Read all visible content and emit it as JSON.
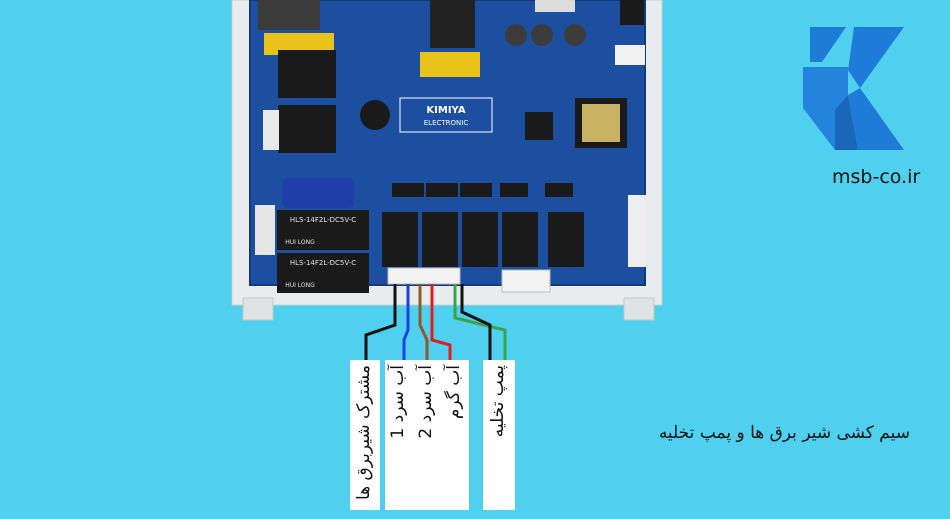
{
  "board": {
    "brand_line1": "KIMIYA",
    "brand_line2": "ELECTRONIC",
    "relay_text": "HLS-14F2L-DC5V-C",
    "relay_brand": "HUI LONG"
  },
  "labels": [
    "مشترک شیربرق ها",
    "آب سرد 1",
    "آب سرد 2",
    "آب گرم",
    "پمپ تخلیه"
  ],
  "caption": "سیم کشی شیر برق ها و پمپ تخلیه",
  "logo": {
    "site": "msb-co.ir",
    "color": "#1f7bd8"
  },
  "wire_colors": [
    "#111111",
    "#1e40e6",
    "#8a5a2b",
    "#e01e1e",
    "#3aa34a"
  ]
}
